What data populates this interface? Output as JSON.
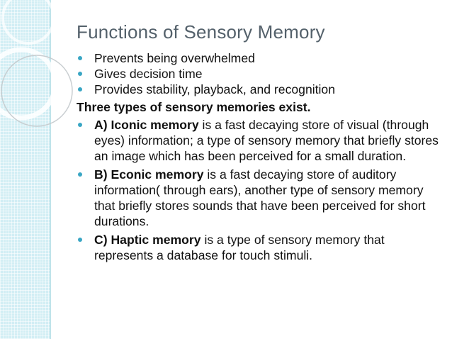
{
  "slide": {
    "title": "Functions of Sensory Memory",
    "colors": {
      "title": "#54616b",
      "bullet": "#39a6c4",
      "side_strip": "#d2eef4",
      "text": "#111111"
    },
    "bullets": [
      "Prevents being overwhelmed",
      "Gives decision time",
      "Provides stability, playback, and recognition"
    ],
    "types_heading": "Three types of sensory memories exist.",
    "types": [
      {
        "term": "A) Iconic memory",
        "description": " is a fast decaying store of visual (through eyes) information; a type of sensory memory that briefly stores an image which has been perceived for a small duration."
      },
      {
        "term": "B) Econic memory",
        "description": " is a fast decaying store of auditory information( through ears), another type of sensory memory that briefly stores sounds that have been perceived for short durations."
      },
      {
        "term": "C) Haptic memory",
        "description": " is a type of sensory memory that represents a database for touch stimuli."
      }
    ]
  }
}
